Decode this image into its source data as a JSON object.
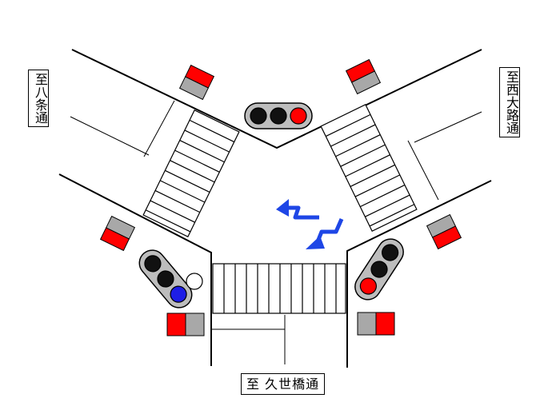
{
  "labels": {
    "northwest": "至八条通",
    "northeast": "至西大路通",
    "south": "至 久世橋通"
  },
  "signals": {
    "north_vehicle": {
      "lamps": [
        "off",
        "off",
        "red"
      ]
    },
    "southwest_vehicle": {
      "lamps": [
        "off",
        "off",
        "blue"
      ],
      "extra_lamp": "off"
    },
    "southeast_vehicle": {
      "lamps": [
        "off",
        "off",
        "red"
      ]
    }
  },
  "pedestrian_signals": [
    {
      "position": "northwest",
      "upper": "red",
      "lower": "gray"
    },
    {
      "position": "northeast",
      "upper": "red",
      "lower": "gray"
    },
    {
      "position": "west",
      "upper": "gray",
      "lower": "red"
    },
    {
      "position": "east",
      "upper": "gray",
      "lower": "red"
    },
    {
      "position": "south-left",
      "left": "red",
      "right": "gray"
    },
    {
      "position": "south-right",
      "left": "gray",
      "right": "red"
    }
  ],
  "colors": {
    "signal_red": "#ff0000",
    "signal_blue": "#1e1ee6",
    "lamp_off": "#111111",
    "housing": "#bdbdbd",
    "ped_gray": "#a8a8a8",
    "arrow": "#1e46e6"
  }
}
